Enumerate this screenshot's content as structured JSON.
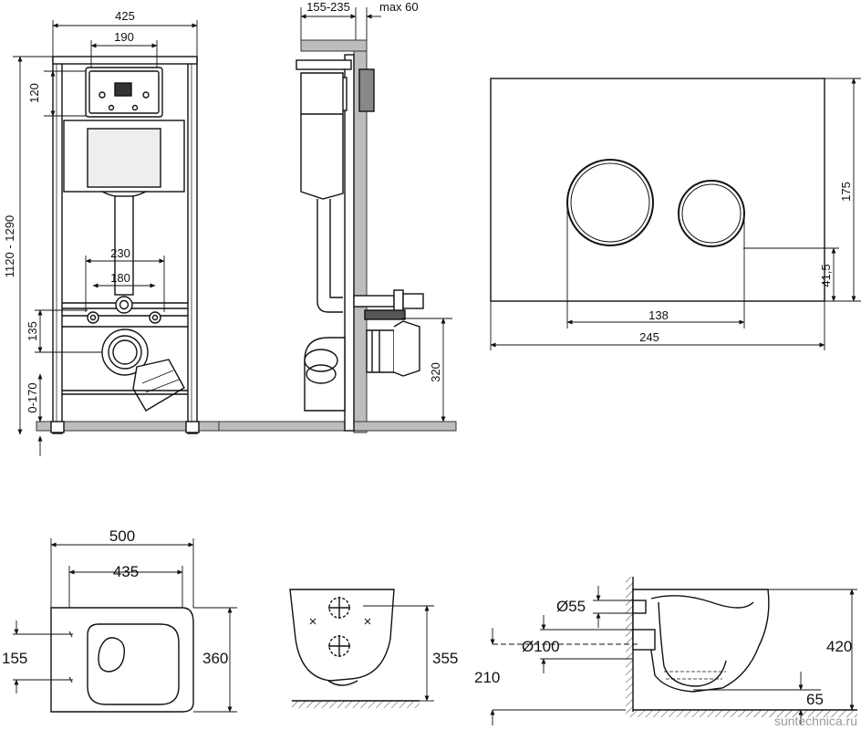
{
  "frame": {
    "width": "425",
    "plate_width": "190",
    "plate_height": "120",
    "height_range": "1120 - 1290",
    "pipe_spacing_outer": "230",
    "pipe_spacing_inner": "180",
    "drain_height": "135",
    "leg_adjust": "0-170"
  },
  "side": {
    "depth": "155-235",
    "max_gap": "max 60",
    "outlet_height": "320"
  },
  "flush_plate": {
    "height": "175",
    "width": "245",
    "button_span": "138",
    "button_height": "41,5"
  },
  "bowl_top": {
    "width": "500",
    "inner_width": "435",
    "hole_spacing": "155",
    "depth": "360"
  },
  "bowl_back": {
    "height": "355"
  },
  "bowl_side": {
    "inlet_dia": "Ø55",
    "outlet_dia": "Ø100",
    "outlet_height": "210",
    "height": "420",
    "water_depth": "65"
  },
  "watermark": "suntechnica.ru"
}
